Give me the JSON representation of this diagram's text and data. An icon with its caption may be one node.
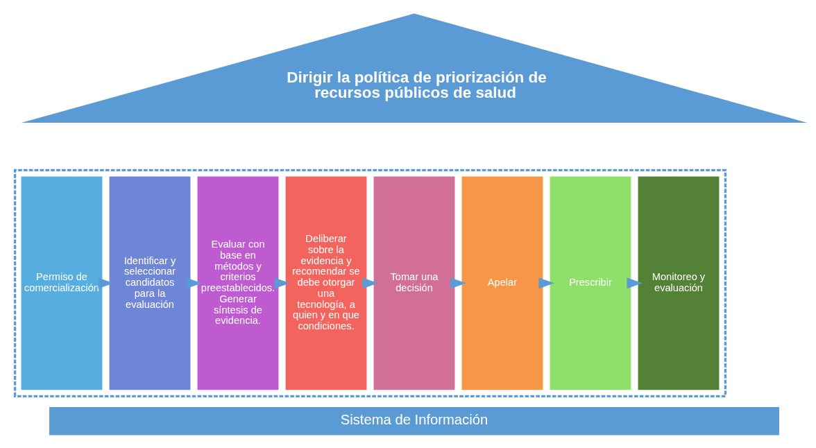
{
  "diagram": {
    "nodes": [
      {
        "text": [
          "Dirigir la política de priorización de recursos públicos de salud"
        ]
      },
      {
        "text": [],
        "shape": "box"
      },
      {
        "text": [
          "Permiso de comercialización"
        ],
        "in": 1
      },
      {
        "text": [
          "Identificar y seleccionar candidatos para la evaluación"
        ],
        "in": 1
      },
      {
        "text": [
          "Evaluar con base en métodos y criterios preestablecidos. Generar síntesis de evidencia."
        ],
        "in": 1
      },
      {
        "text": [
          "Deliberar sobre la evidencia y recomendar se debe otorgar una tecnología, a quien y en que condiciones."
        ],
        "in": 1
      },
      {
        "text": [
          "Tomar una decisión"
        ],
        "in": 1
      },
      {
        "text": [
          "Apelar"
        ],
        "in": 1
      },
      {
        "text": [
          "Prescribir"
        ],
        "in": 1
      },
      {
        "text": [
          "Monitoreo y evaluación"
        ],
        "in": 1
      },
      {
        "text": [
          "Sistema de Información"
        ]
      }
    ],
    "edges": [
      {
        "from": 2,
        "to": 3,
        "arrow": "to",
        "color": "#5b9bd5"
      },
      {
        "from": 3,
        "to": 4,
        "arrow": "to",
        "color": "#5b9bd5"
      },
      {
        "from": 4,
        "to": 5,
        "arrow": "to",
        "color": "#5b9bd5"
      },
      {
        "from": 5,
        "to": 6,
        "arrow": "to",
        "color": "#5b9bd5"
      },
      {
        "from": 6,
        "to": 7,
        "arrow": "to",
        "color": "#5b9bd5"
      },
      {
        "from": 7,
        "to": 8,
        "arrow": "to",
        "color": "#5b9bd5"
      },
      {
        "from": 8,
        "to": 9,
        "arrow": "to",
        "color": "#5b9bd5"
      }
    ]
  }
}
